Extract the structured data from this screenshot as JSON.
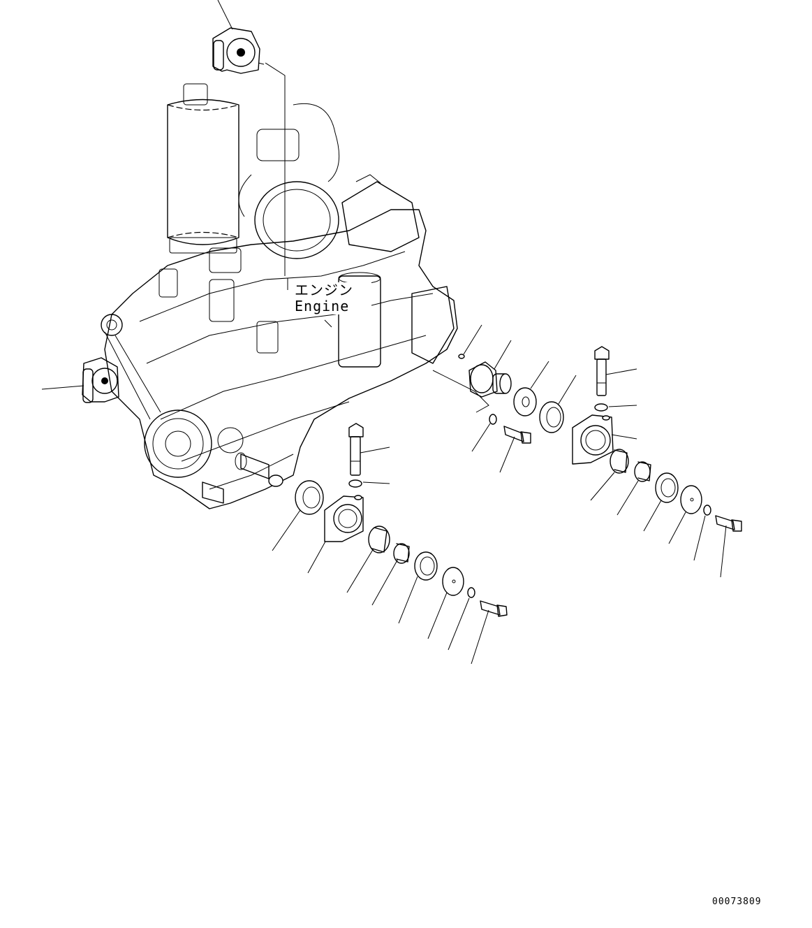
{
  "labels": {
    "engine_ja": "エンジン",
    "engine_en": "Engine"
  },
  "drawing_number": "00073809"
}
